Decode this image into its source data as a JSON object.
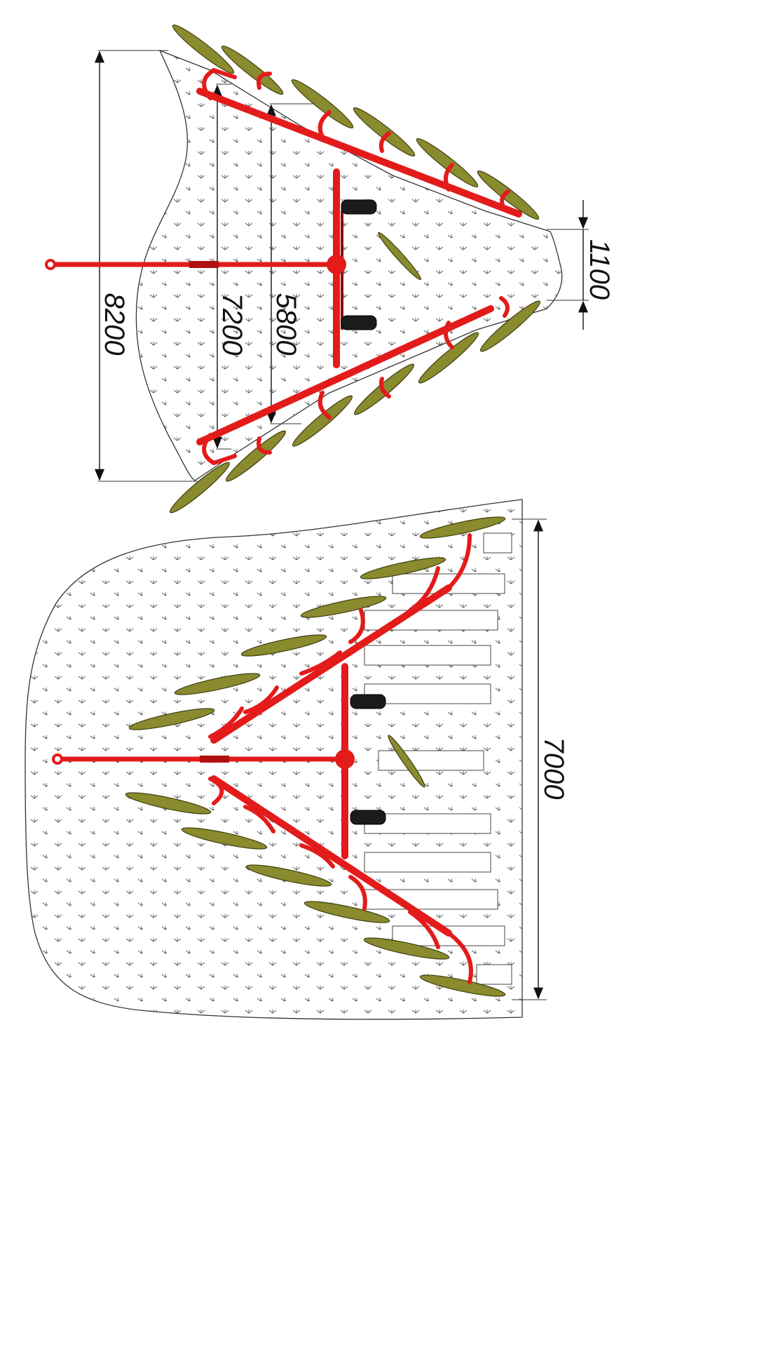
{
  "figures": {
    "working": {
      "dimensions": {
        "overall_width": "8200",
        "working_width": "7200",
        "inner_width": "5800",
        "windrow_width": "1100"
      }
    },
    "transport": {
      "dimensions": {
        "overall_length": "7000"
      }
    }
  },
  "colors": {
    "frame": "#e31b1b",
    "rotor": "#8a8a2e",
    "wheel": "#1b1b1b",
    "line": "#111111"
  }
}
